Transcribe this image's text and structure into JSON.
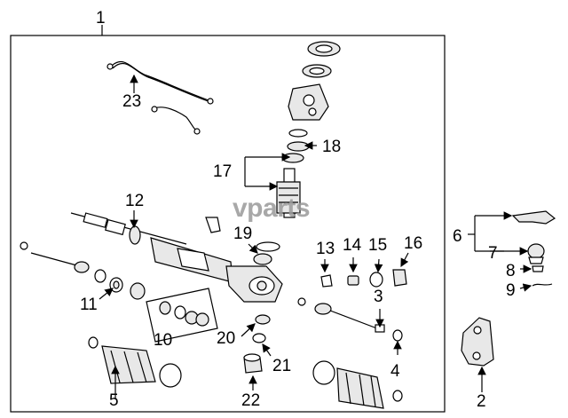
{
  "diagram": {
    "watermark": "vparts",
    "callouts": [
      "1",
      "2",
      "3",
      "4",
      "5",
      "6",
      "7",
      "8",
      "9",
      "10",
      "11",
      "12",
      "13",
      "14",
      "15",
      "16",
      "17",
      "18",
      "19",
      "20",
      "21",
      "22",
      "23"
    ]
  }
}
